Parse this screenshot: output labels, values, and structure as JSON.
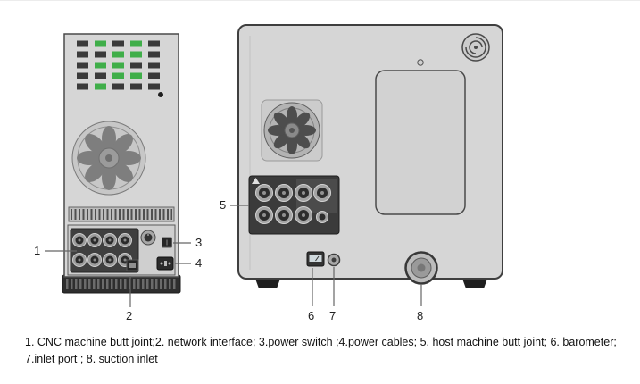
{
  "figure": {
    "type": "rear-view-diagram",
    "callouts": [
      {
        "label": "1",
        "part": "CNC machine butt joint"
      },
      {
        "label": "2",
        "part": "network interface"
      },
      {
        "label": "3",
        "part": "power switch"
      },
      {
        "label": "4",
        "part": "power cables"
      },
      {
        "label": "5",
        "part": "host machine butt joint"
      },
      {
        "label": "6",
        "part": "barometer"
      },
      {
        "label": "7",
        "part": "inlet port"
      },
      {
        "label": "8",
        "part": "suction inlet"
      }
    ],
    "caption": "1. CNC machine butt joint;2. network interface; 3.power switch ;4.power cables; 5. host machine butt joint; 6. barometer; 7.inlet port ; 8. suction inlet",
    "colors": {
      "body_gray": "#d6d6d6",
      "panel_dark": "#3b3b3b",
      "vent_green": "#3fae49",
      "callout_line": "#666666"
    }
  }
}
